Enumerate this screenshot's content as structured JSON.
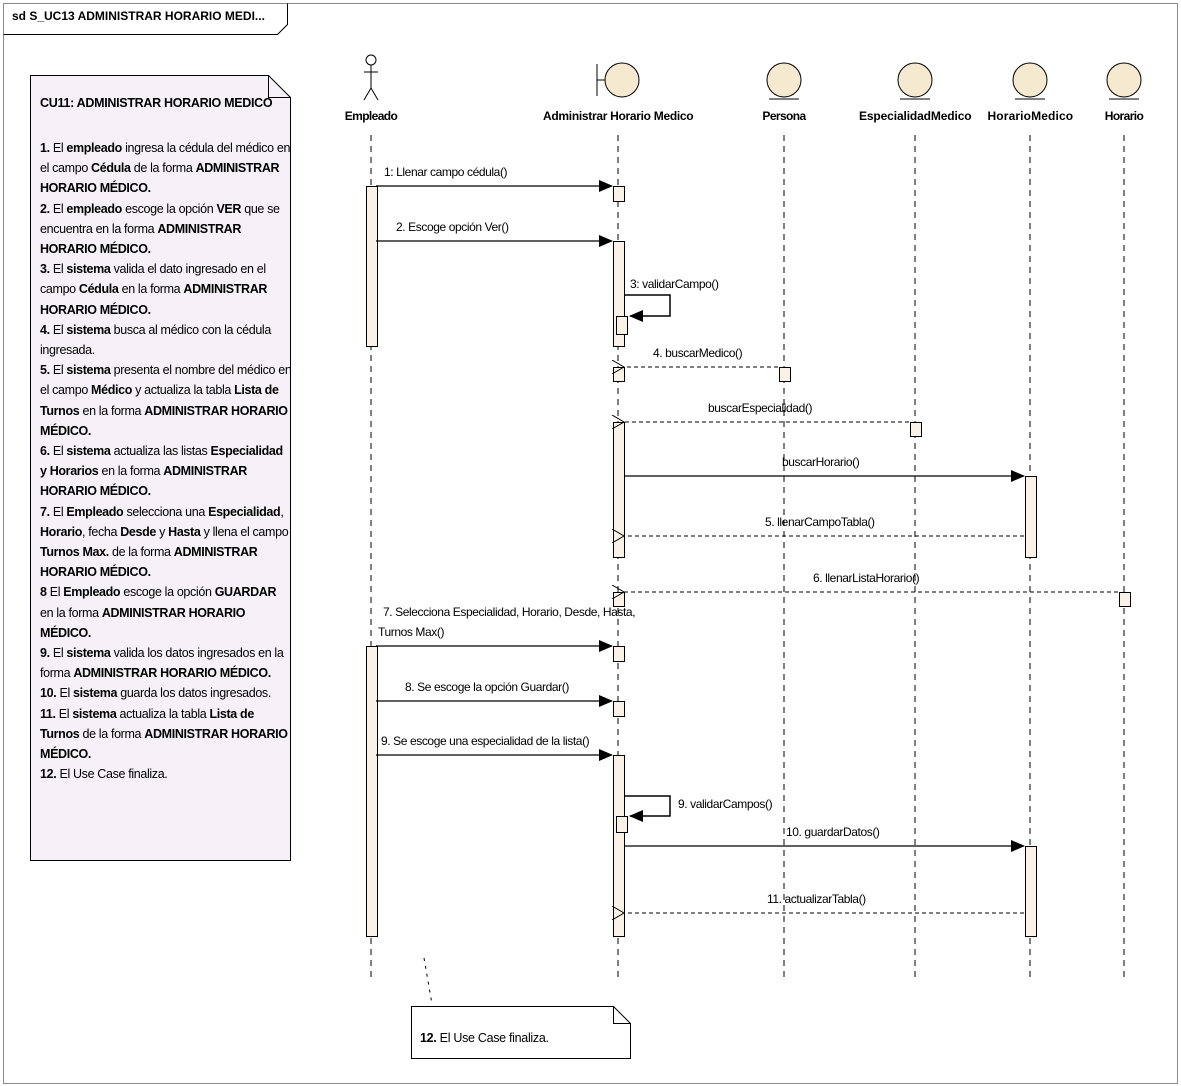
{
  "frame": {
    "title": "sd S_UC13 ADMINISTRAR HORARIO MEDI..."
  },
  "note": {
    "title": "CU11: ADMINISTRAR HORARIO MEDICO",
    "steps": [
      "<b>1.</b> El <b>empleado</b> ingresa la cédula del médico en el campo <b>Cédula</b> de la forma <b>ADMINISTRAR HORARIO MÉDICO.</b>",
      "<b>2.</b> El <b>empleado</b> escoge la opción <b>VER</b> que se encuentra en la forma <b>ADMINISTRAR HORARIO MÉDICO.</b>",
      "<b>3.</b> El <b>sistema</b> valida el dato ingresado en el campo <b>Cédula</b> en la forma <b>ADMINISTRAR HORARIO MÉDICO.</b>",
      "<b>4.</b> El <b>sistema</b> busca al médico con la cédula ingresada.",
      "<b>5.</b> El <b>sistema</b> presenta el nombre del médico en el campo <b>Médico</b> y actualiza la tabla <b>Lista de Turnos</b> en la forma <b>ADMINISTRAR HORARIO MÉDICO.</b>",
      "<b>6.</b> El <b>sistema</b> actualiza las listas <b>Especialidad y Horarios</b> en la forma <b>ADMINISTRAR HORARIO MÉDICO.</b>",
      "<b>7.</b> El <b>Empleado</b> selecciona una <b>Especialidad</b>, <b>Horario</b>, fecha <b>Desde</b> y <b>Hasta</b> y llena el campo <b>Turnos Max.</b> de la forma <b>ADMINISTRAR HORARIO MÉDICO.</b>",
      "<b>8</b> El <b>Empleado</b> escoge la opción <b>GUARDAR</b> en la forma <b>ADMINISTRAR HORARIO MÉDICO.</b>",
      "<b>9.</b> El <b>sistema</b> valida los datos ingresados en la forma <b>ADMINISTRAR HORARIO MÉDICO.</b>",
      "<b>10.</b> El <b>sistema</b> guarda los datos ingresados.",
      "<b>11.</b> El <b>sistema</b> actualiza la tabla <b>Lista de Turnos</b> de la forma <b>ADMINISTRAR HORARIO MÉDICO.</b>",
      "<b>12.</b> El Use Case finaliza."
    ]
  },
  "bottom_note": {
    "number": "12.",
    "text": " El Use Case finaliza."
  },
  "lifelines": [
    {
      "id": "emp",
      "label": "Empleado",
      "kind": "actor"
    },
    {
      "id": "ahm",
      "label": "Administrar Horario Medico",
      "kind": "boundary"
    },
    {
      "id": "per",
      "label": "Persona",
      "kind": "entity"
    },
    {
      "id": "esp",
      "label": "EspecialidadMedico",
      "kind": "entity"
    },
    {
      "id": "hm",
      "label": "HorarioMedico",
      "kind": "entity"
    },
    {
      "id": "hor",
      "label": "Horario",
      "kind": "entity"
    }
  ],
  "messages": [
    {
      "label": "1: Llenar campo cédula()",
      "from": "emp",
      "to": "ahm",
      "type": "sync"
    },
    {
      "label": "2. Escoge opción Ver()",
      "from": "emp",
      "to": "ahm",
      "type": "sync"
    },
    {
      "label": "3: validarCampo()",
      "from": "ahm",
      "to": "ahm",
      "type": "self"
    },
    {
      "label": "4. buscarMedico()",
      "from": "per",
      "to": "ahm",
      "type": "return"
    },
    {
      "label": "buscarEspecialidad()",
      "from": "esp",
      "to": "ahm",
      "type": "return"
    },
    {
      "label": "buscarHorario()",
      "from": "ahm",
      "to": "hm",
      "type": "sync"
    },
    {
      "label": "5. llenarCampoTabla()",
      "from": "hm",
      "to": "ahm",
      "type": "return"
    },
    {
      "label": "6. llenarListaHorario()",
      "from": "hor",
      "to": "ahm",
      "type": "return"
    },
    {
      "label": "7. Selecciona Especialidad, Horario, Desde, Hasta,",
      "label2": "Turnos Max()",
      "from": "emp",
      "to": "ahm",
      "type": "sync"
    },
    {
      "label": "8. Se escoge la opción Guardar()",
      "from": "emp",
      "to": "ahm",
      "type": "sync"
    },
    {
      "label": "9. Se escoge una especialidad de la lista()",
      "from": "emp",
      "to": "ahm",
      "type": "sync"
    },
    {
      "label": "9. validarCampos()",
      "from": "ahm",
      "to": "ahm",
      "type": "self"
    },
    {
      "label": "10. guardarDatos()",
      "from": "ahm",
      "to": "hm",
      "type": "sync"
    },
    {
      "label": "11.  actualizarTabla()",
      "from": "hm",
      "to": "ahm",
      "type": "return"
    }
  ],
  "colors": {
    "note_fill": "#f6f1f8",
    "activation_fill": "#faf2e6",
    "entity_fill": "#f5e9cf",
    "line": "#000000"
  }
}
